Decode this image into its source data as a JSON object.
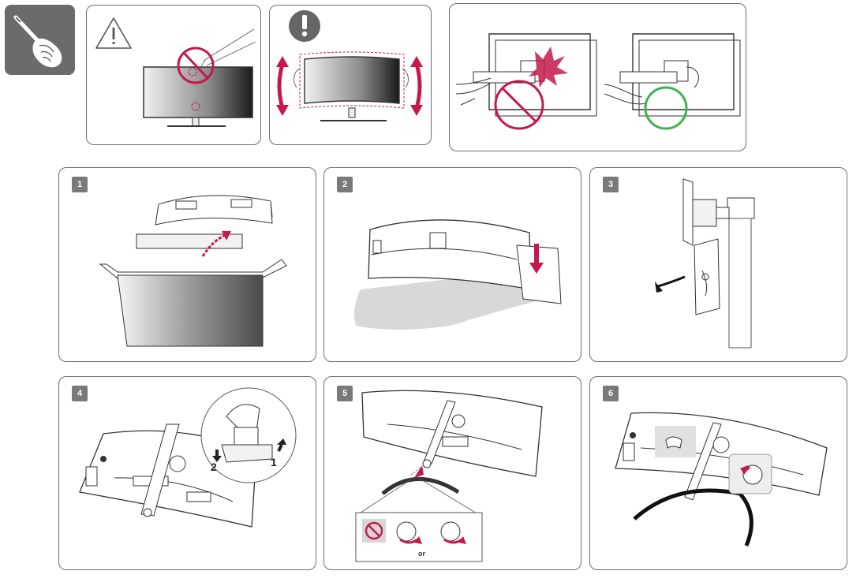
{
  "tool_icon": "screwdriver-in-hand-icon",
  "warning_icon": "warning-triangle-icon",
  "caution_icon": "exclamation-circle-icon",
  "colors": {
    "prohibit": "#c4194a",
    "ok": "#3cb44a",
    "badge": "#7a7a7a",
    "arrow": "#c4194a"
  },
  "steps": [
    {
      "number": "1"
    },
    {
      "number": "2"
    },
    {
      "number": "3"
    },
    {
      "number": "4",
      "labels": [
        "2",
        "1"
      ]
    },
    {
      "number": "5",
      "or_text": "or"
    },
    {
      "number": "6"
    }
  ]
}
